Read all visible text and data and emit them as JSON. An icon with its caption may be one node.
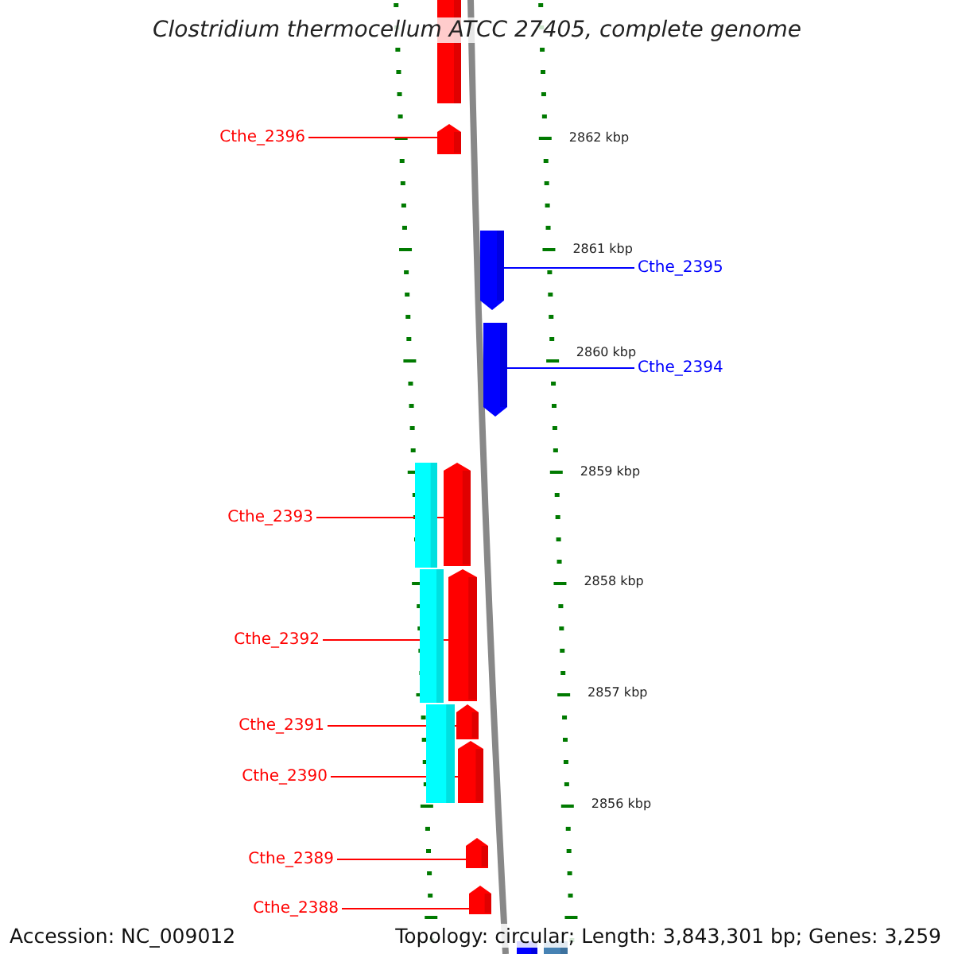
{
  "diagram": {
    "title": "Clostridium thermocellum ATCC 27405, complete genome",
    "nodes": [
      {
        "text": [],
        "shape": "bar"
      },
      {
        "text": [
          "Cthe_2396"
        ]
      },
      {
        "text": [],
        "shape": "bar"
      },
      {
        "text": [
          "Cthe_2395"
        ]
      },
      {
        "text": [],
        "shape": "bar"
      },
      {
        "text": [
          "Cthe_2394"
        ]
      },
      {
        "text": [],
        "shape": "bar"
      },
      {
        "text": [
          "Cthe_2393"
        ]
      },
      {
        "text": [],
        "shape": "bar"
      },
      {
        "text": [],
        "shape": "bar"
      },
      {
        "text": [
          "Cthe_2392"
        ]
      },
      {
        "text": [],
        "shape": "bar"
      },
      {
        "text": [],
        "shape": "bar"
      },
      {
        "text": [
          "Cthe_2391"
        ]
      },
      {
        "text": [],
        "shape": "bar"
      },
      {
        "text": [],
        "shape": "bar"
      },
      {
        "text": [
          "Cthe_2390"
        ]
      },
      {
        "text": [],
        "shape": "bar"
      },
      {
        "text": [
          "Cthe_2389"
        ]
      },
      {
        "text": [],
        "shape": "bar"
      },
      {
        "text": [
          "Cthe_2388"
        ]
      },
      {
        "text": [],
        "shape": "bar"
      },
      {
        "text": [],
        "shape": "bar"
      },
      {
        "text": [],
        "shape": "bar"
      }
    ],
    "edges": [
      {
        "from": 1,
        "to": 2,
        "arrow": "none"
      },
      {
        "from": 3,
        "to": 4,
        "arrow": "none",
        "color": "#0000ff"
      },
      {
        "from": 5,
        "to": 6,
        "arrow": "none",
        "color": "#0000ff"
      },
      {
        "from": 7,
        "to": 9,
        "arrow": "none"
      },
      {
        "from": 10,
        "to": 12,
        "arrow": "none"
      },
      {
        "from": 13,
        "to": 15,
        "arrow": "none"
      },
      {
        "from": 16,
        "to": 17,
        "arrow": "none"
      },
      {
        "from": 18,
        "to": 19,
        "arrow": "none"
      },
      {
        "from": 20,
        "to": 21,
        "arrow": "none"
      }
    ],
    "labels": [
      "2862 kbp",
      "2861 kbp",
      "2860 kbp",
      "2859 kbp",
      "2858 kbp",
      "2857 kbp",
      "2856 kbp",
      "Accession: NC_009012",
      "Topology: circular; Length: 3,843,301 bp; Genes: 3,259"
    ]
  }
}
